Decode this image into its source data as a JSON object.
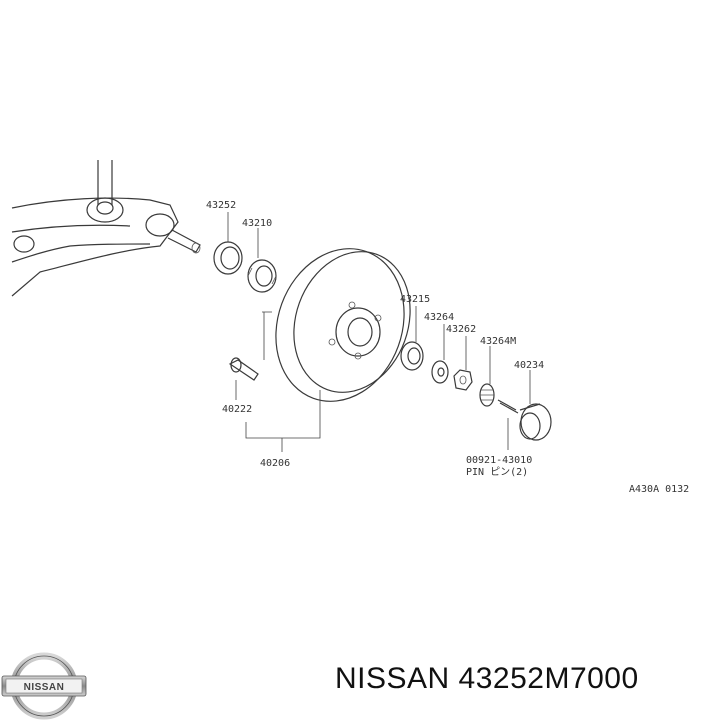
{
  "diagram": {
    "ref_code": "A430A 0132",
    "parts": [
      {
        "id": "43252"
      },
      {
        "id": "43210"
      },
      {
        "id": "43215"
      },
      {
        "id": "43264"
      },
      {
        "id": "43262"
      },
      {
        "id": "43264M"
      },
      {
        "id": "40234"
      },
      {
        "id": "40222"
      },
      {
        "id": "40206"
      }
    ],
    "pin_label": {
      "line1": "00921-43010",
      "line2": "PIN ピン(2)"
    }
  },
  "brand": {
    "logo_text": "NISSAN"
  },
  "caption": "NISSAN 43252M7000"
}
